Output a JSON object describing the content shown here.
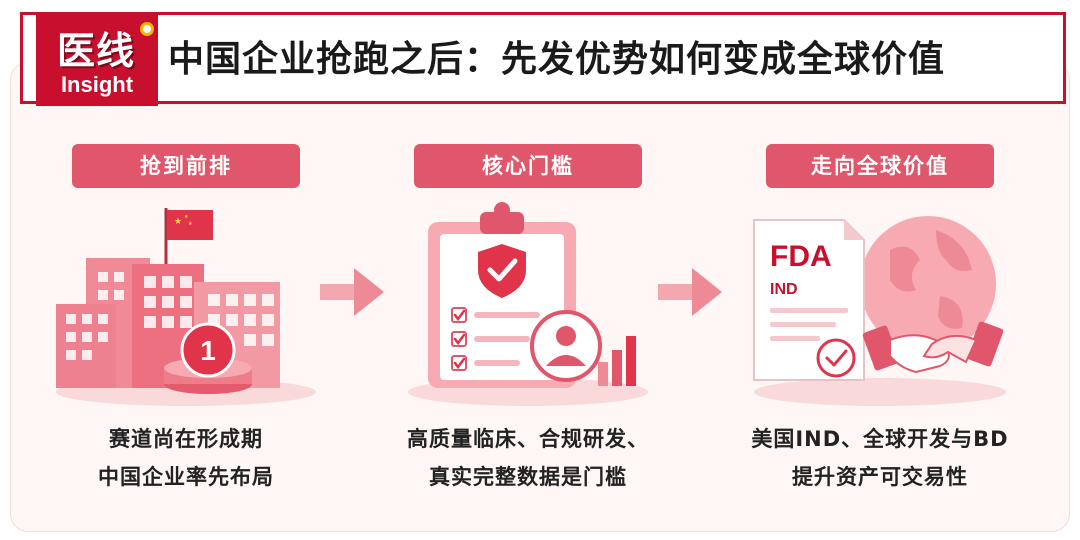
{
  "header": {
    "logo_cn": "医线",
    "logo_en": "Insight",
    "title": "中国企业抢跑之后：先发优势如何变成全球价值"
  },
  "steps": [
    {
      "pill": "抢到前排",
      "line1": "赛道尚在形成期",
      "line2": "中国企业率先布局",
      "badge": "1"
    },
    {
      "pill": "核心门槛",
      "line1": "高质量临床、合规研发、",
      "line2": "真实完整数据是门槛"
    },
    {
      "pill": "走向全球价值",
      "line1": "美国IND、全球开发与BD",
      "line2": "提升资产可交易性",
      "doc_title": "FDA",
      "doc_sub": "IND"
    }
  ],
  "colors": {
    "brand": "#c8102e",
    "accent": "#e0566a",
    "soft": "#f6c1c4"
  }
}
